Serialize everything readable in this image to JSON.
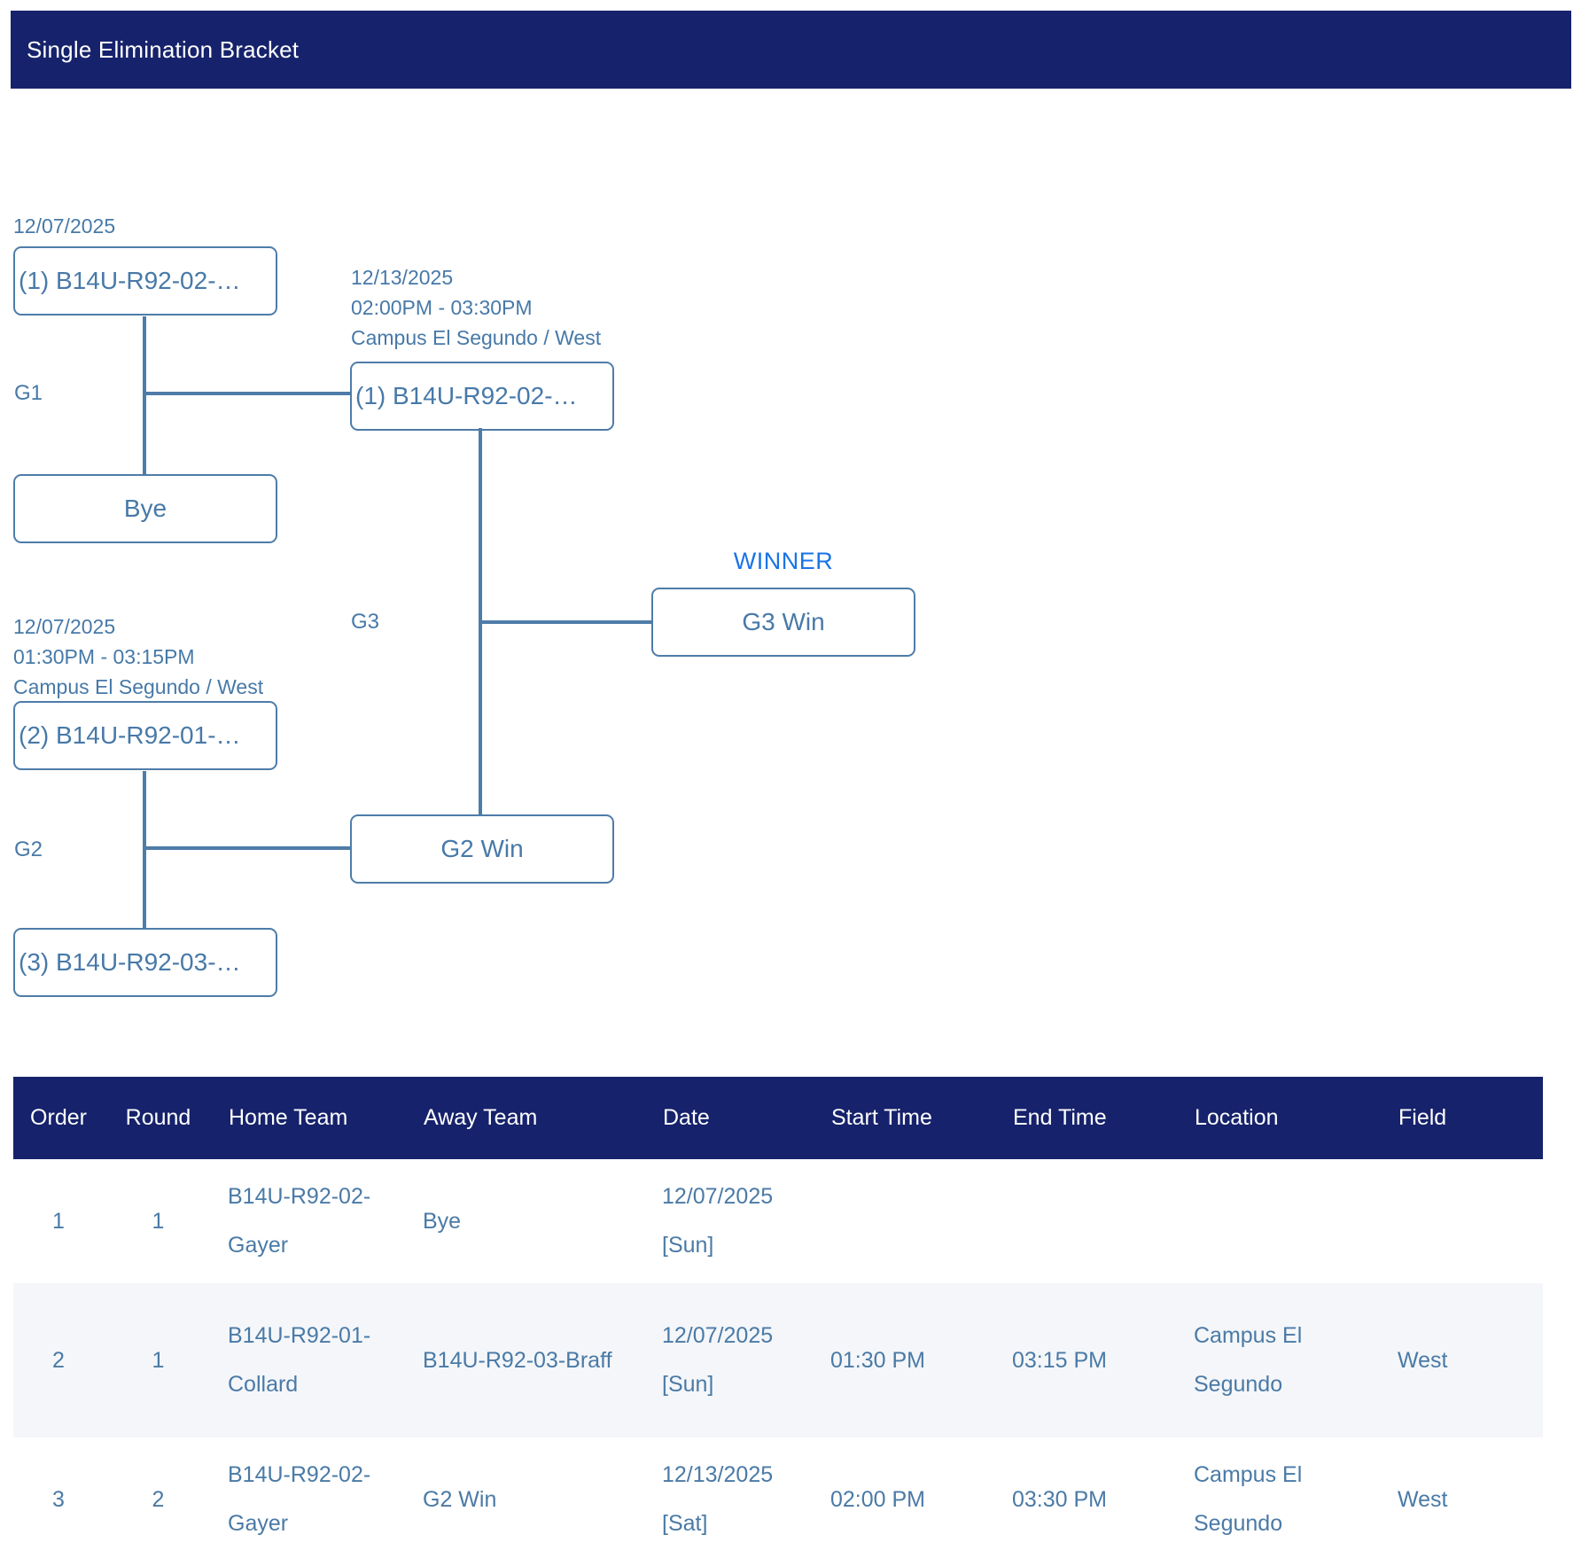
{
  "header": {
    "title": "Single Elimination Bracket"
  },
  "colors": {
    "navy": "#16226b",
    "connector_blue": "#4e7ca9",
    "text_blue": "#4779a8",
    "winner_blue": "#1a73e8",
    "row_stripe": "#f4f6f9"
  },
  "bracket": {
    "winner_label": "WINNER",
    "game1": {
      "label": "G1",
      "date": "12/07/2025",
      "seed1": "(1) B14U-R92-02-…",
      "seed2": "Bye"
    },
    "game2": {
      "label": "G2",
      "date": "12/07/2025",
      "time": "01:30PM - 03:15PM",
      "venue": "Campus El Segundo / West",
      "seed1": "(2) B14U-R92-01-…",
      "seed2": "(3) B14U-R92-03-…",
      "winner_box": "G2 Win"
    },
    "game3": {
      "label": "G3",
      "date": "12/13/2025",
      "time": "02:00PM - 03:30PM",
      "venue": "Campus El Segundo / West",
      "advancer_box": "(1) B14U-R92-02-…",
      "winner_box": "G3 Win"
    }
  },
  "table": {
    "headers": [
      "Order",
      "Round",
      "Home Team",
      "Away Team",
      "Date",
      "Start Time",
      "End Time",
      "Location",
      "Field"
    ],
    "rows": [
      [
        "1",
        "1",
        "B14U-R92-02-Gayer",
        "Bye",
        "12/07/2025 [Sun]",
        "",
        "",
        "",
        ""
      ],
      [
        "2",
        "1",
        "B14U-R92-01-Collard",
        "B14U-R92-03-Braff",
        "12/07/2025 [Sun]",
        "01:30 PM",
        "03:15 PM",
        "Campus El Segundo",
        "West"
      ],
      [
        "3",
        "2",
        "B14U-R92-02-Gayer",
        "G2 Win",
        "12/13/2025 [Sat]",
        "02:00 PM",
        "03:30 PM",
        "Campus El Segundo",
        "West"
      ]
    ]
  }
}
